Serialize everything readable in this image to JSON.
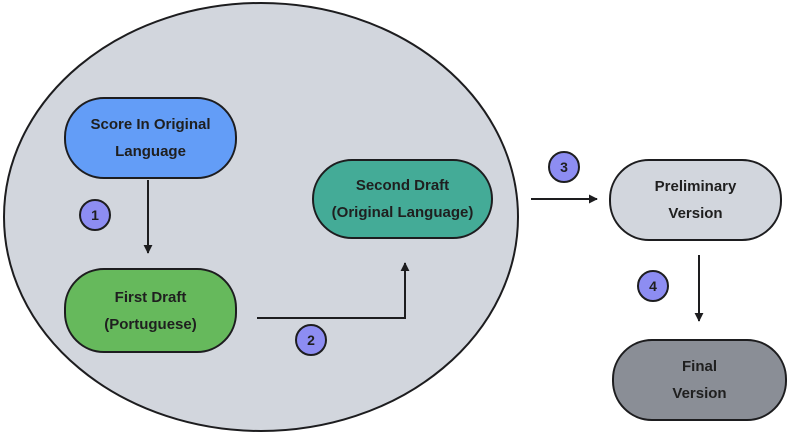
{
  "colors": {
    "ellipse": "#d2d6dd",
    "score_node": "#639df7",
    "first_draft_node": "#66b95c",
    "second_draft_node": "#44ab97",
    "preliminary_node": "#d2d6dd",
    "final_node": "#8a8e96",
    "step_badge": "#8d8df2",
    "stroke": "#1d1d1f"
  },
  "nodes": {
    "score": {
      "line1": "Score In Original",
      "line2": "Language"
    },
    "first_draft": {
      "line1": "First Draft",
      "line2": "(Portuguese)"
    },
    "second_draft": {
      "line1": "Second Draft",
      "line2": "(Original Language)"
    },
    "preliminary": {
      "line1": "Preliminary",
      "line2": "Version"
    },
    "final": {
      "line1": "Final",
      "line2": "Version"
    }
  },
  "steps": [
    "1",
    "2",
    "3",
    "4"
  ]
}
